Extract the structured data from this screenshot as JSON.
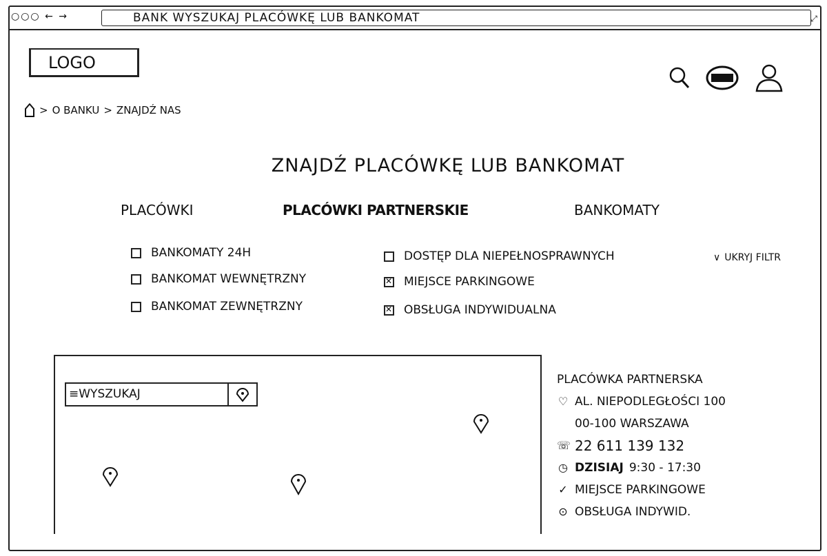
{
  "browser": {
    "controls": "○○○ ← →",
    "title": "BANK WYSZUKAJ PLACÓWKĘ LUB BANKOMAT"
  },
  "header": {
    "logo": "LOGO"
  },
  "breadcrumb": [
    "O BANKU",
    "ZNAJDŹ NAS"
  ],
  "page_title": "ZNAJDŹ PLACÓWKĘ LUB BANKOMAT",
  "tabs": [
    {
      "label": "PLACÓWKI",
      "active": false
    },
    {
      "label": "PLACÓWKI PARTNERSKIE",
      "active": true
    },
    {
      "label": "BANKOMATY",
      "active": false
    }
  ],
  "filters": [
    {
      "label": "BANKOMATY 24H",
      "checked": false
    },
    {
      "label": "BANKOMAT WEWNĘTRZNY",
      "checked": false
    },
    {
      "label": "BANKOMAT ZEWNĘTRZNY",
      "checked": false
    },
    {
      "label": "DOSTĘP DLA NIEPEŁNOSPRAWNYCH",
      "checked": false
    },
    {
      "label": "MIEJSCE PARKINGOWE",
      "checked": true
    },
    {
      "label": "OBSŁUGA INDYWIDUALNA",
      "checked": true
    }
  ],
  "filter_toggle": "UKRYJ FILTR",
  "map": {
    "search_placeholder": "WYSZUKAJ"
  },
  "details": {
    "title": "PLACÓWKA PARTNERSKA",
    "address_line1": "AL. NIEPODLEGŁOŚCI 100",
    "address_line2": "00-100 WARSZAWA",
    "phone": "22 611 139 132",
    "hours_label": "DZISIAJ",
    "hours": "9:30 - 17:30",
    "feature1": "MIEJSCE PARKINGOWE",
    "feature2": "OBSŁUGA INDYWID."
  }
}
